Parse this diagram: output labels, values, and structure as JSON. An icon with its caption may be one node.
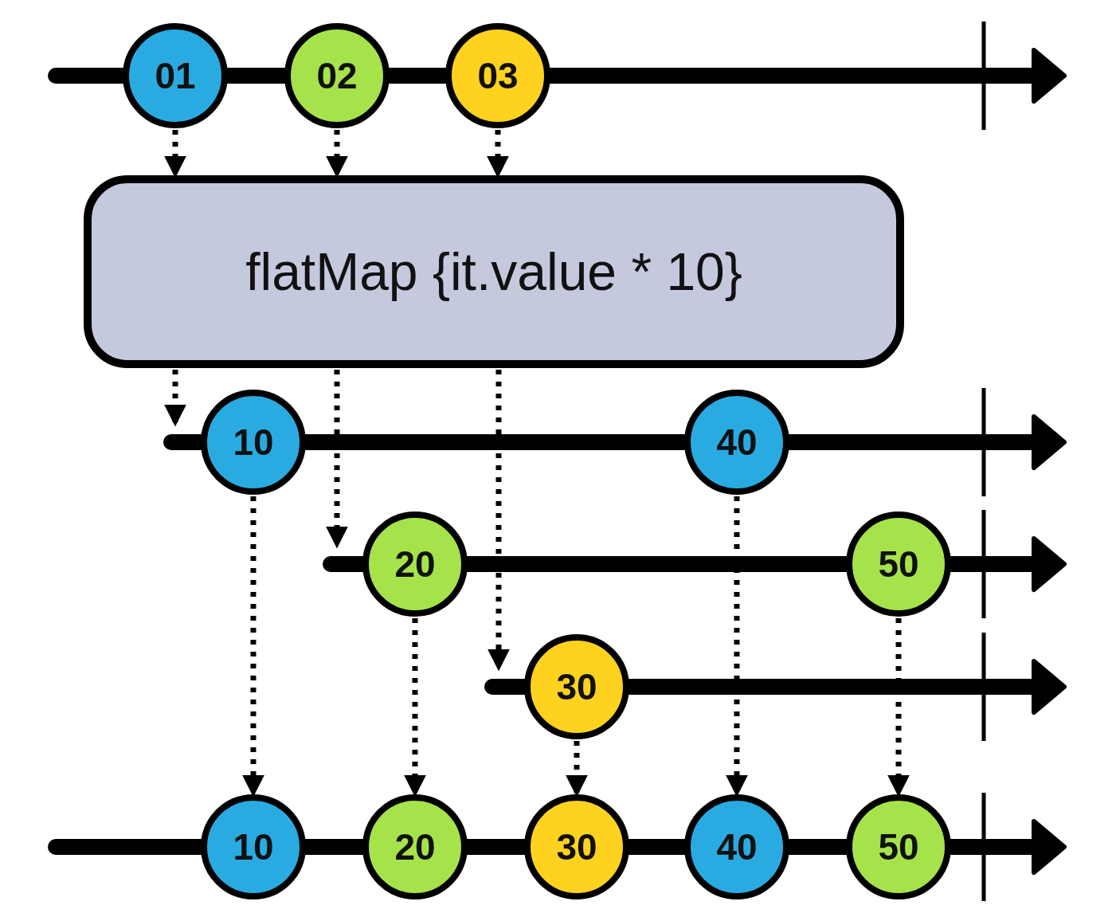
{
  "diagram": {
    "nodes": [
      {
        "text": [
          "01"
        ]
      },
      {
        "text": [
          "02"
        ]
      },
      {
        "text": [
          "03"
        ]
      },
      {
        "text": [
          "flatMap {it.value * 10}"
        ]
      },
      {
        "text": [
          "10"
        ]
      },
      {
        "text": [
          "40"
        ]
      },
      {
        "text": [
          "20"
        ]
      },
      {
        "text": [
          "50"
        ]
      },
      {
        "text": [
          "30"
        ]
      },
      {
        "text": [
          "10"
        ]
      },
      {
        "text": [
          "20"
        ]
      },
      {
        "text": [
          "30"
        ]
      },
      {
        "text": [
          "40"
        ]
      },
      {
        "text": [
          "50"
        ]
      }
    ],
    "edges": [
      {
        "from": 0,
        "to": 3,
        "arrow": "to"
      },
      {
        "from": 1,
        "to": 3,
        "arrow": "to"
      },
      {
        "from": 2,
        "to": 3,
        "arrow": "to"
      },
      {
        "from": 3,
        "to": 4,
        "arrow": "to"
      },
      {
        "from": 3,
        "to": 6,
        "arrow": "to"
      },
      {
        "from": 3,
        "to": 8,
        "arrow": "to"
      },
      {
        "from": 4,
        "to": 9,
        "arrow": "to"
      },
      {
        "from": 6,
        "to": 10,
        "arrow": "to"
      },
      {
        "from": 8,
        "to": 11,
        "arrow": "to"
      },
      {
        "from": 5,
        "to": 12,
        "arrow": "to"
      },
      {
        "from": 7,
        "to": 13,
        "arrow": "to"
      }
    ]
  }
}
